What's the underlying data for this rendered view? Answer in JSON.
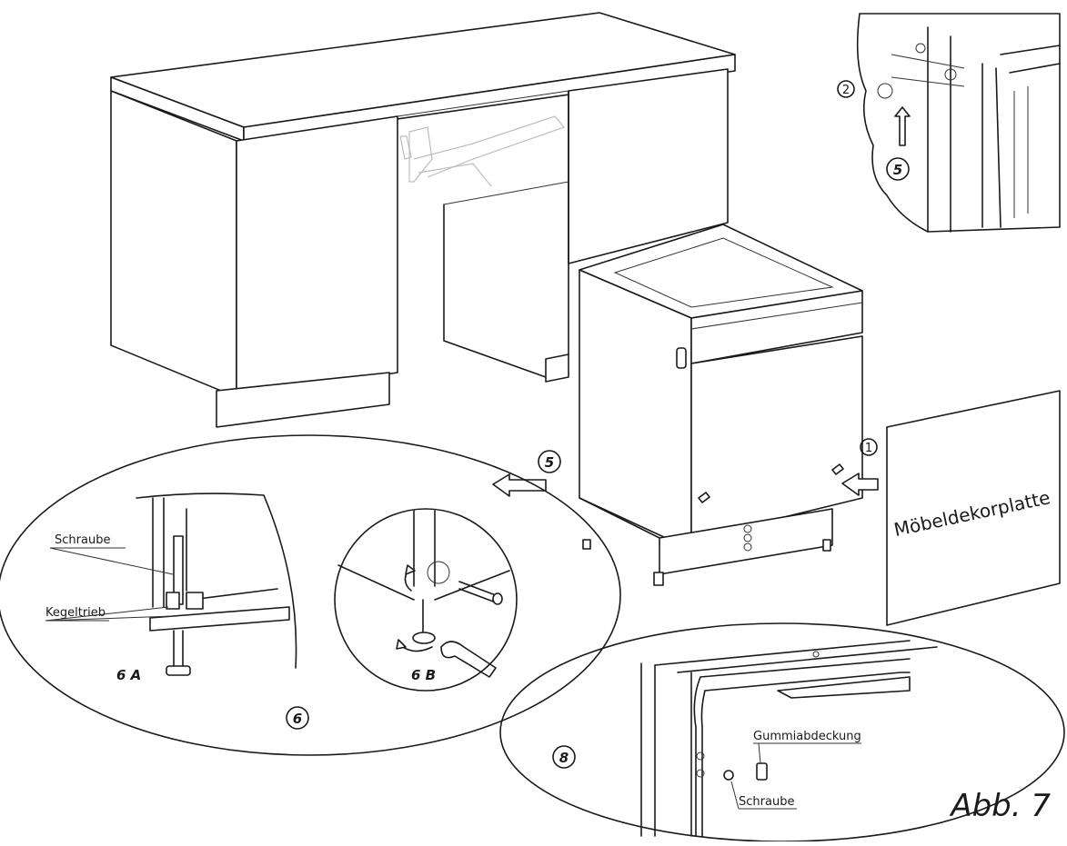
{
  "labels": {
    "schraube_6a": "Schraube",
    "kegeltrieb": "Kegeltrieb",
    "step_6a": "6 A",
    "step_6b": "6 B",
    "step_6": "6",
    "step_5_main": "5",
    "step_5_inset": "5",
    "step_1": "1",
    "step_2": "2",
    "step_8": "8",
    "panel": "Möbeldekorplatte",
    "gummiabdeckung": "Gummiabdeckung",
    "schraube_8": "Schraube",
    "caption": "Abb. 7"
  },
  "colors": {
    "line": "#1a1a1a",
    "ghost": "#bdbdbd",
    "background": "#ffffff"
  }
}
